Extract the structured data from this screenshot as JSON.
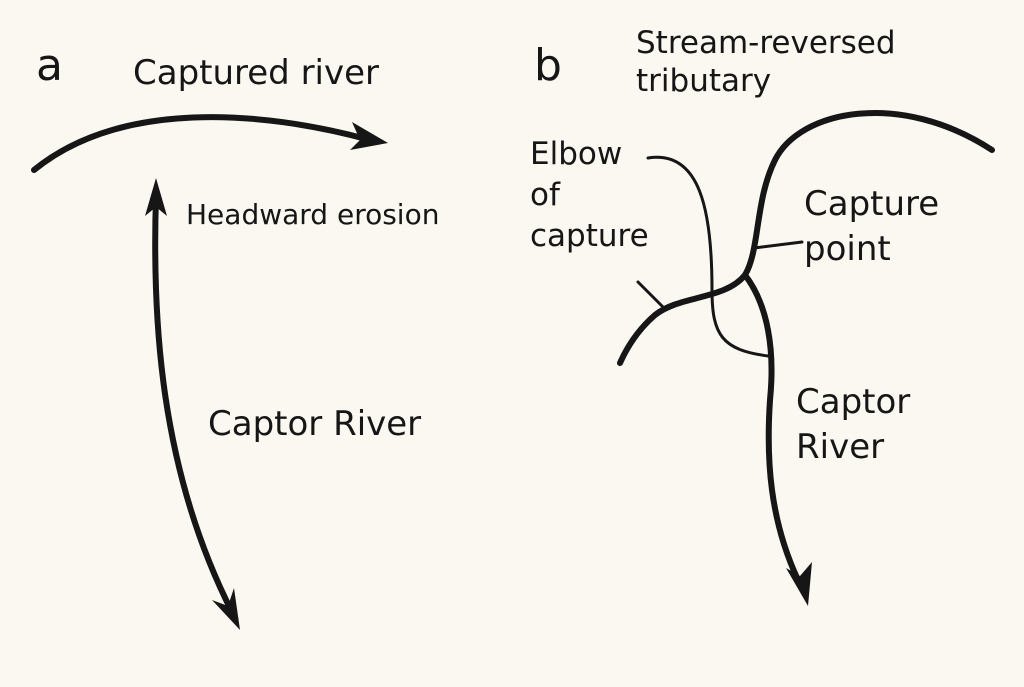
{
  "panel_a": {
    "letter": "a",
    "captured_river": "Captured river",
    "headward_erosion": "Headward erosion",
    "captor_river": "Captor River"
  },
  "panel_b": {
    "letter": "b",
    "stream_reversed": "Stream-reversed\ntributary",
    "elbow": "Elbow\nof\ncapture",
    "capture_point": "Capture\npoint",
    "captor_river": "Captor\nRiver"
  },
  "colors": {
    "background": "#fbf7f1",
    "ink": "#161616"
  }
}
